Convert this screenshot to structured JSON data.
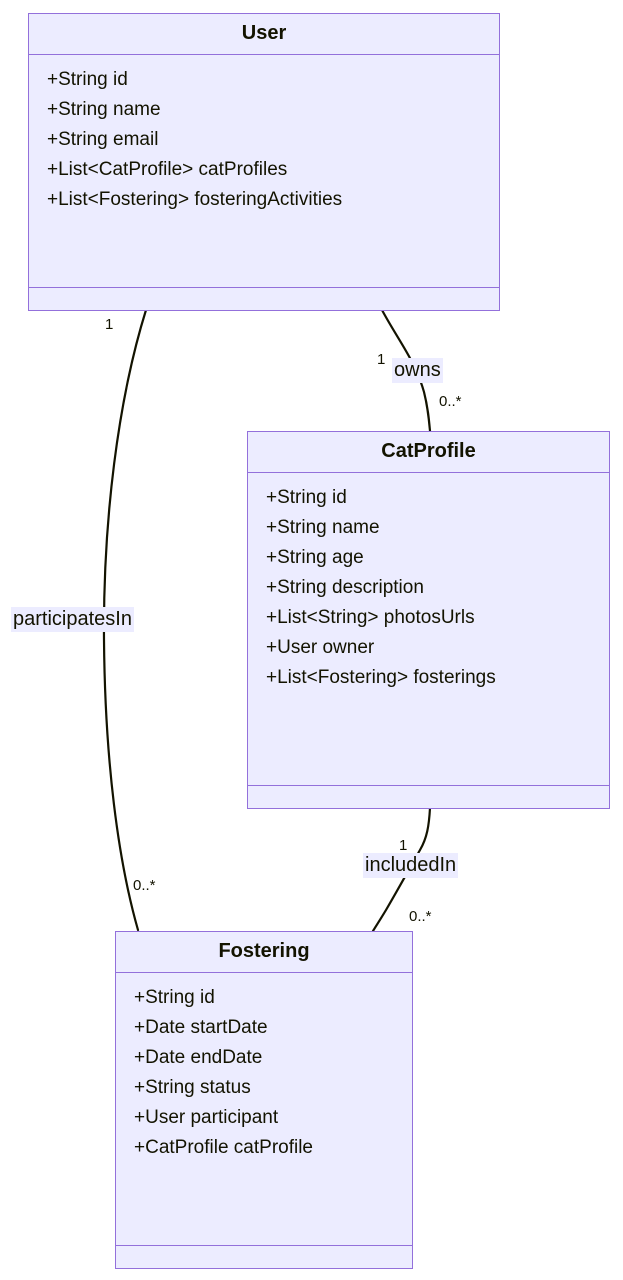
{
  "diagram": {
    "type": "uml-class-diagram",
    "title": "",
    "colors": {
      "class_fill": "#ECECFF",
      "class_border": "#9370DB",
      "text": "#131300",
      "edge_line": "#131300",
      "label_background": "#ECECFF",
      "canvas_background": "#FFFFFF"
    },
    "classes": [
      {
        "id": "user",
        "name": "User",
        "attributes": [
          "+String id",
          "+String name",
          "+String email",
          "+List<CatProfile> catProfiles",
          "+List<Fostering> fosteringActivities"
        ],
        "methods": []
      },
      {
        "id": "catprofile",
        "name": "CatProfile",
        "attributes": [
          "+String id",
          "+String name",
          "+String age",
          "+String description",
          "+List<String> photosUrls",
          "+User owner",
          "+List<Fostering> fosterings"
        ],
        "methods": []
      },
      {
        "id": "fostering",
        "name": "Fostering",
        "attributes": [
          "+String id",
          "+Date startDate",
          "+Date endDate",
          "+String status",
          "+User participant",
          "+CatProfile catProfile"
        ],
        "methods": []
      }
    ],
    "relationships": [
      {
        "id": "owns",
        "label": "owns",
        "source": "User",
        "target": "CatProfile",
        "source_multiplicity": "1",
        "target_multiplicity": "0..*"
      },
      {
        "id": "participates-in",
        "label": "participatesIn",
        "source": "User",
        "target": "Fostering",
        "source_multiplicity": "1",
        "target_multiplicity": "0..*"
      },
      {
        "id": "included-in",
        "label": "includedIn",
        "source": "CatProfile",
        "target": "Fostering",
        "source_multiplicity": "1",
        "target_multiplicity": "0..*"
      }
    ]
  }
}
